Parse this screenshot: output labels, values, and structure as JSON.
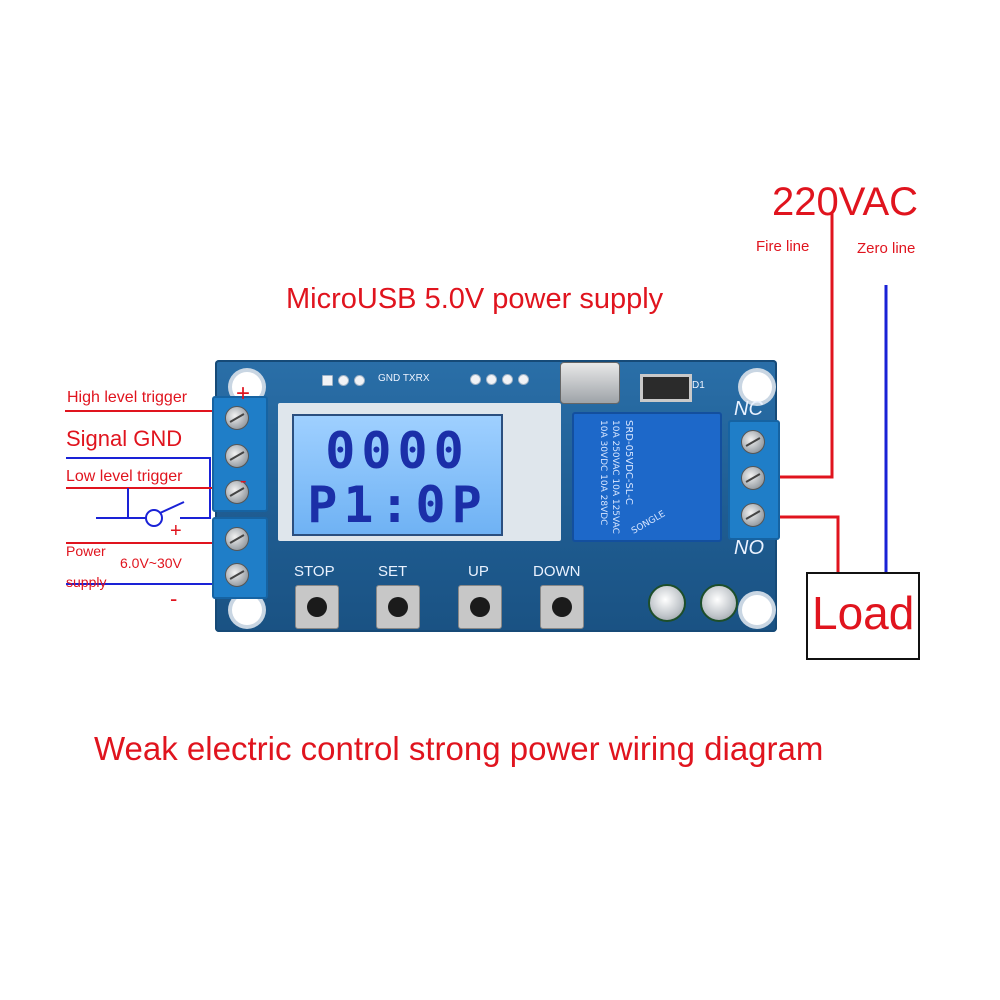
{
  "labels": {
    "vac": "220VAC",
    "fire_line": "Fire line",
    "zero_line": "Zero line",
    "usb_supply": "MicroUSB 5.0V power supply",
    "high_trigger": "High level trigger",
    "high_plus": "+",
    "signal_gnd": "Signal GND",
    "low_trigger": "Low level trigger",
    "low_minus": "-",
    "power_supply_line1": "Power",
    "power_supply_line2": "supply",
    "voltage_range": "6.0V~30V",
    "supply_plus": "+",
    "supply_minus": "-",
    "nc": "NC",
    "no": "NO",
    "load": "Load",
    "caption": "Weak electric control strong power wiring diagram"
  },
  "board": {
    "header_text": "GND TXRX",
    "d1": "D1",
    "lcd_line1": "0000",
    "lcd_line2": "P1:0P",
    "relay_lines": [
      "SRD-05VDC-SL-C",
      "10A 250VAC  10A 125VAC",
      "10A 30VDC   10A 28VDC",
      "SONGLE"
    ],
    "buttons": [
      "STOP",
      "SET",
      "UP",
      "DOWN"
    ]
  },
  "colors": {
    "label_red": "#e0141e",
    "label_blue": "#1a22d6",
    "pcb_blue": "#1f5d92",
    "lcd_blue": "#8cc3fb"
  }
}
